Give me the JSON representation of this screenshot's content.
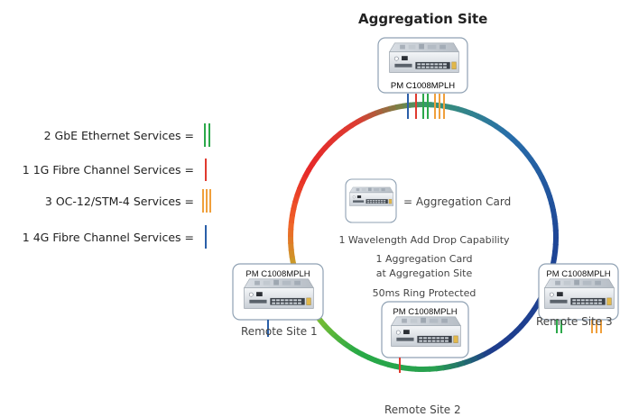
{
  "title": "Aggregation Site",
  "legend": [
    {
      "label": "2 GbE Ethernet Services =",
      "color": "#2ca84a"
    },
    {
      "label": "1 1G Fibre Channel Services =",
      "color": "#e03a2e"
    },
    {
      "label": "3 OC-12/STM-4 Services =",
      "color": "#f0a03c"
    },
    {
      "label": "1 4G Fibre Channel Services =",
      "color": "#2a5fa8"
    }
  ],
  "nodes": {
    "aggregation": {
      "label": "PM C1008MPLH"
    },
    "remote1": {
      "label": "PM C1008MPLH",
      "site": "Remote Site 1"
    },
    "remote2": {
      "label": "PM C1008MPLH",
      "site": "Remote Site 2"
    },
    "remote3": {
      "label": "PM C1008MPLH",
      "site": "Remote Site 3"
    }
  },
  "center": {
    "card_legend": "= Aggregation Card",
    "lines": [
      "1  Wavelength  Add Drop Capability",
      "1 Aggregation Card",
      "at Aggregation Site",
      "50ms Ring Protected"
    ]
  }
}
